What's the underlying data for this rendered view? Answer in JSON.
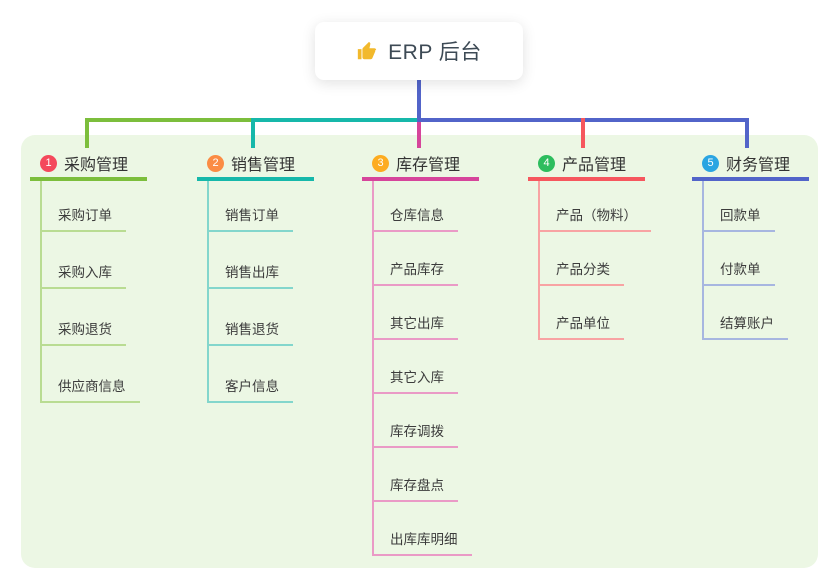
{
  "root": {
    "label": "ERP 后台",
    "icon": "thumbs-up-icon",
    "icon_color": "#f2b92c"
  },
  "panel": {
    "background": "#ecf7e4"
  },
  "connectors": {
    "root_line_color": "#5264c9",
    "bus_colors": [
      "#7cbe3c",
      "#16b8aa",
      "#5264c9"
    ]
  },
  "branches": [
    {
      "number": "1",
      "title": "采购管理",
      "badge_color": "#f4495c",
      "line_color": "#7cbe3c",
      "child_line_color": "#b9dc92",
      "children": [
        "采购订单",
        "采购入库",
        "采购退货",
        "供应商信息"
      ]
    },
    {
      "number": "2",
      "title": "销售管理",
      "badge_color": "#fb8c44",
      "line_color": "#16b8aa",
      "child_line_color": "#83d6cc",
      "children": [
        "销售订单",
        "销售出库",
        "销售退货",
        "客户信息"
      ]
    },
    {
      "number": "3",
      "title": "库存管理",
      "badge_color": "#fdac20",
      "line_color": "#d6459b",
      "child_line_color": "#ea9ac6",
      "children": [
        "仓库信息",
        "产品库存",
        "其它出库",
        "其它入库",
        "库存调拨",
        "库存盘点",
        "出库库明细"
      ]
    },
    {
      "number": "4",
      "title": "产品管理",
      "badge_color": "#2dbd5e",
      "line_color": "#f6575e",
      "child_line_color": "#f8a3a3",
      "children": [
        "产品（物料）",
        "产品分类",
        "产品单位"
      ]
    },
    {
      "number": "5",
      "title": "财务管理",
      "badge_color": "#2aa5e2",
      "line_color": "#5264c9",
      "child_line_color": "#a7b6e0",
      "children": [
        "回款单",
        "付款单",
        "结算账户"
      ]
    }
  ]
}
